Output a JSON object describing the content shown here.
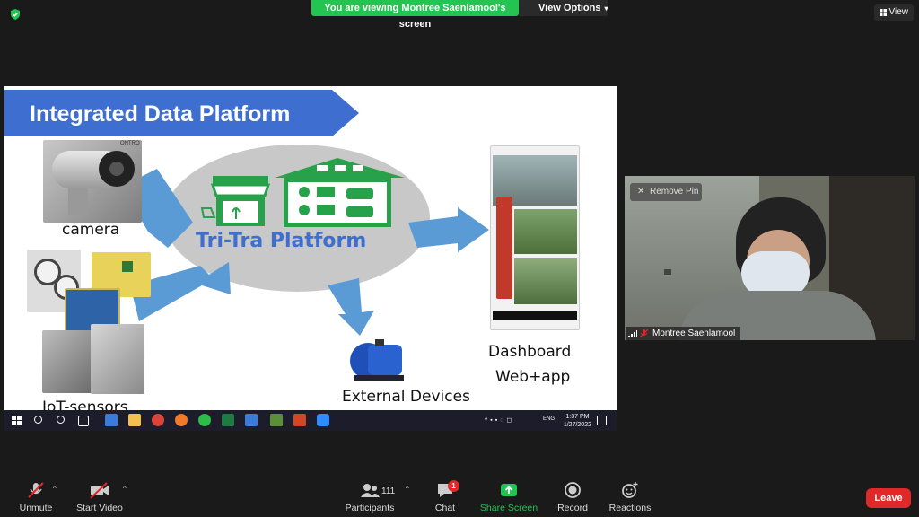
{
  "top": {
    "banner": "You are viewing Montree Saenlamool's screen",
    "view_options": "View Options",
    "view": "View"
  },
  "slide": {
    "title": "Integrated Data Platform",
    "platform": "Tri-Tra Platform",
    "camera": "camera",
    "iot": "IoT-sensors",
    "external": "External Devices",
    "dashboard_line1": "Dashboard",
    "dashboard_line2": "Web+app",
    "camera_brand": "ONTRO"
  },
  "taskbar": {
    "time": "1:37 PM",
    "date": "1/27/2022",
    "lang": "ENG"
  },
  "video": {
    "remove_pin": "Remove Pin",
    "participant_name": "Montree Saenlamool"
  },
  "toolbar": {
    "unmute": "Unmute",
    "start_video": "Start Video",
    "participants": "Participants",
    "participants_count": "111",
    "chat": "Chat",
    "chat_badge": "1",
    "share_screen": "Share Screen",
    "record": "Record",
    "reactions": "Reactions",
    "leave": "Leave"
  },
  "colors": {
    "banner_green": "#23c552",
    "leave_red": "#e02828",
    "slide_blue": "#3e6fd0",
    "platform_green": "#27a24a",
    "arrow_blue": "#5b9bd5"
  }
}
